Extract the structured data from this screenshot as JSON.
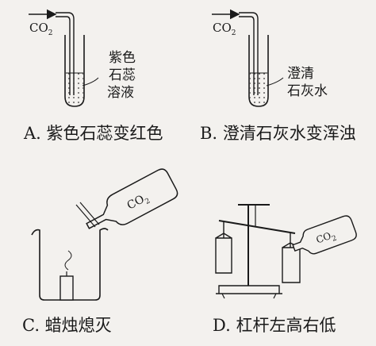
{
  "panel_a": {
    "gas_main": "CO",
    "gas_sub": "2",
    "liquid_line1": "紫色",
    "liquid_line2": "石蕊",
    "liquid_line3": "溶液",
    "caption": "A. 紫色石蕊变红色"
  },
  "panel_b": {
    "gas_main": "CO",
    "gas_sub": "2",
    "liquid_line1": "澄清",
    "liquid_line2": "石灰水",
    "caption": "B. 澄清石灰水变浑浊"
  },
  "panel_c": {
    "gas_main": "CO",
    "gas_sub": "2",
    "caption": "C. 蜡烛熄灭"
  },
  "panel_d": {
    "gas_main": "CO",
    "gas_sub": "2",
    "caption": "D. 杠杆左高右低"
  }
}
